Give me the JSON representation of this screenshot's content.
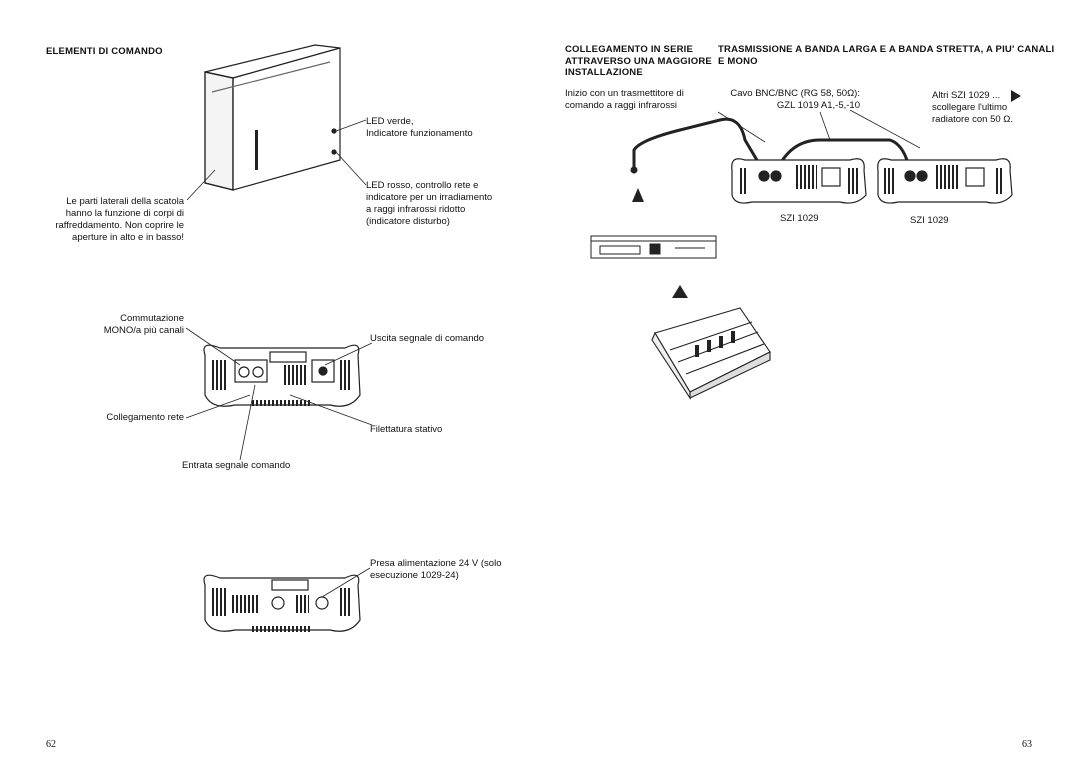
{
  "left_page": {
    "heading": "ELEMENTI DI COMANDO",
    "labels": {
      "led_green": "LED verde,\nIndicatore funzionamento",
      "led_red": "LED rosso, controllo rete e\nindicatore per un irradiamento\na raggi infrarossi ridotto\n(indicatore disturbo)",
      "cooling": "Le parti laterali della scatola\nhanno la funzione di corpi di\nraffreddamento. Non coprire le\naperture in alto e in basso!",
      "switch": "Commutazione\nMONO/a più canali",
      "output": "Uscita segnale di comando",
      "mains": "Collegamento rete",
      "thread": "Filettatura stativo",
      "input": "Entrata segnale comando",
      "power": "Presa alimentazione 24 V (solo\nesecuzione 1029-24)"
    },
    "page_number": "62"
  },
  "right_page": {
    "heading_serial": "COLLEGAMENTO IN SERIE\nATTRAVERSO UNA MAGGIORE\nINSTALLAZIONE",
    "heading_broadband": "TRASMISSIONE A BANDA LARGA E A BANDA STRETTA, A PIU' CANALI\nE MONO",
    "labels": {
      "start": "Inizio con un trasmettitore di\ncomando a raggi infrarossi",
      "cable": "Cavo BNC/BNC (RG 58, 50Ω):\nGZL 1019 A1,-5,-10",
      "others": "Altri SZI 1029 ...",
      "others_note": "scollegare l'ultimo\nradiatore con 50 Ω.",
      "szi_1": "SZI 1029",
      "szi_2": "SZI 1029"
    },
    "page_number": "63"
  }
}
